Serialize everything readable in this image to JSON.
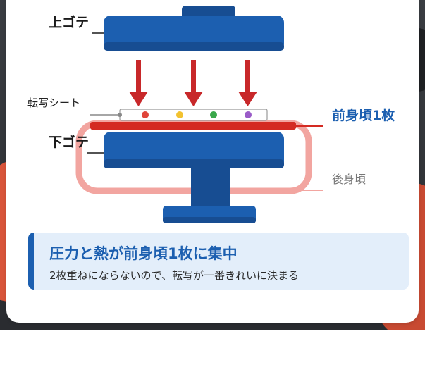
{
  "labels": {
    "upper_plate": "上ゴテ",
    "lower_plate": "下ゴテ",
    "transfer_sheet": "転写シート",
    "front_panel": "前身頃1枚",
    "back_panel": "後身頃"
  },
  "callout": {
    "title": "圧力と熱が前身頃1枚に集中",
    "body": "2枚重ねにならないので、転写が一番きれいに決まる"
  },
  "colors": {
    "plate_blue": "#1c5fb0",
    "plate_dark": "#174d92",
    "arrow_red": "#c8282a",
    "front_red": "#d42a22",
    "back_loop": "#f2a5a0",
    "accent_text": "#1c5fb0",
    "dot_colors": [
      "#e0453a",
      "#f2c230",
      "#3aa74a",
      "#9a5cc8"
    ]
  },
  "icons": {
    "press_arrow": "down-arrow-icon"
  }
}
